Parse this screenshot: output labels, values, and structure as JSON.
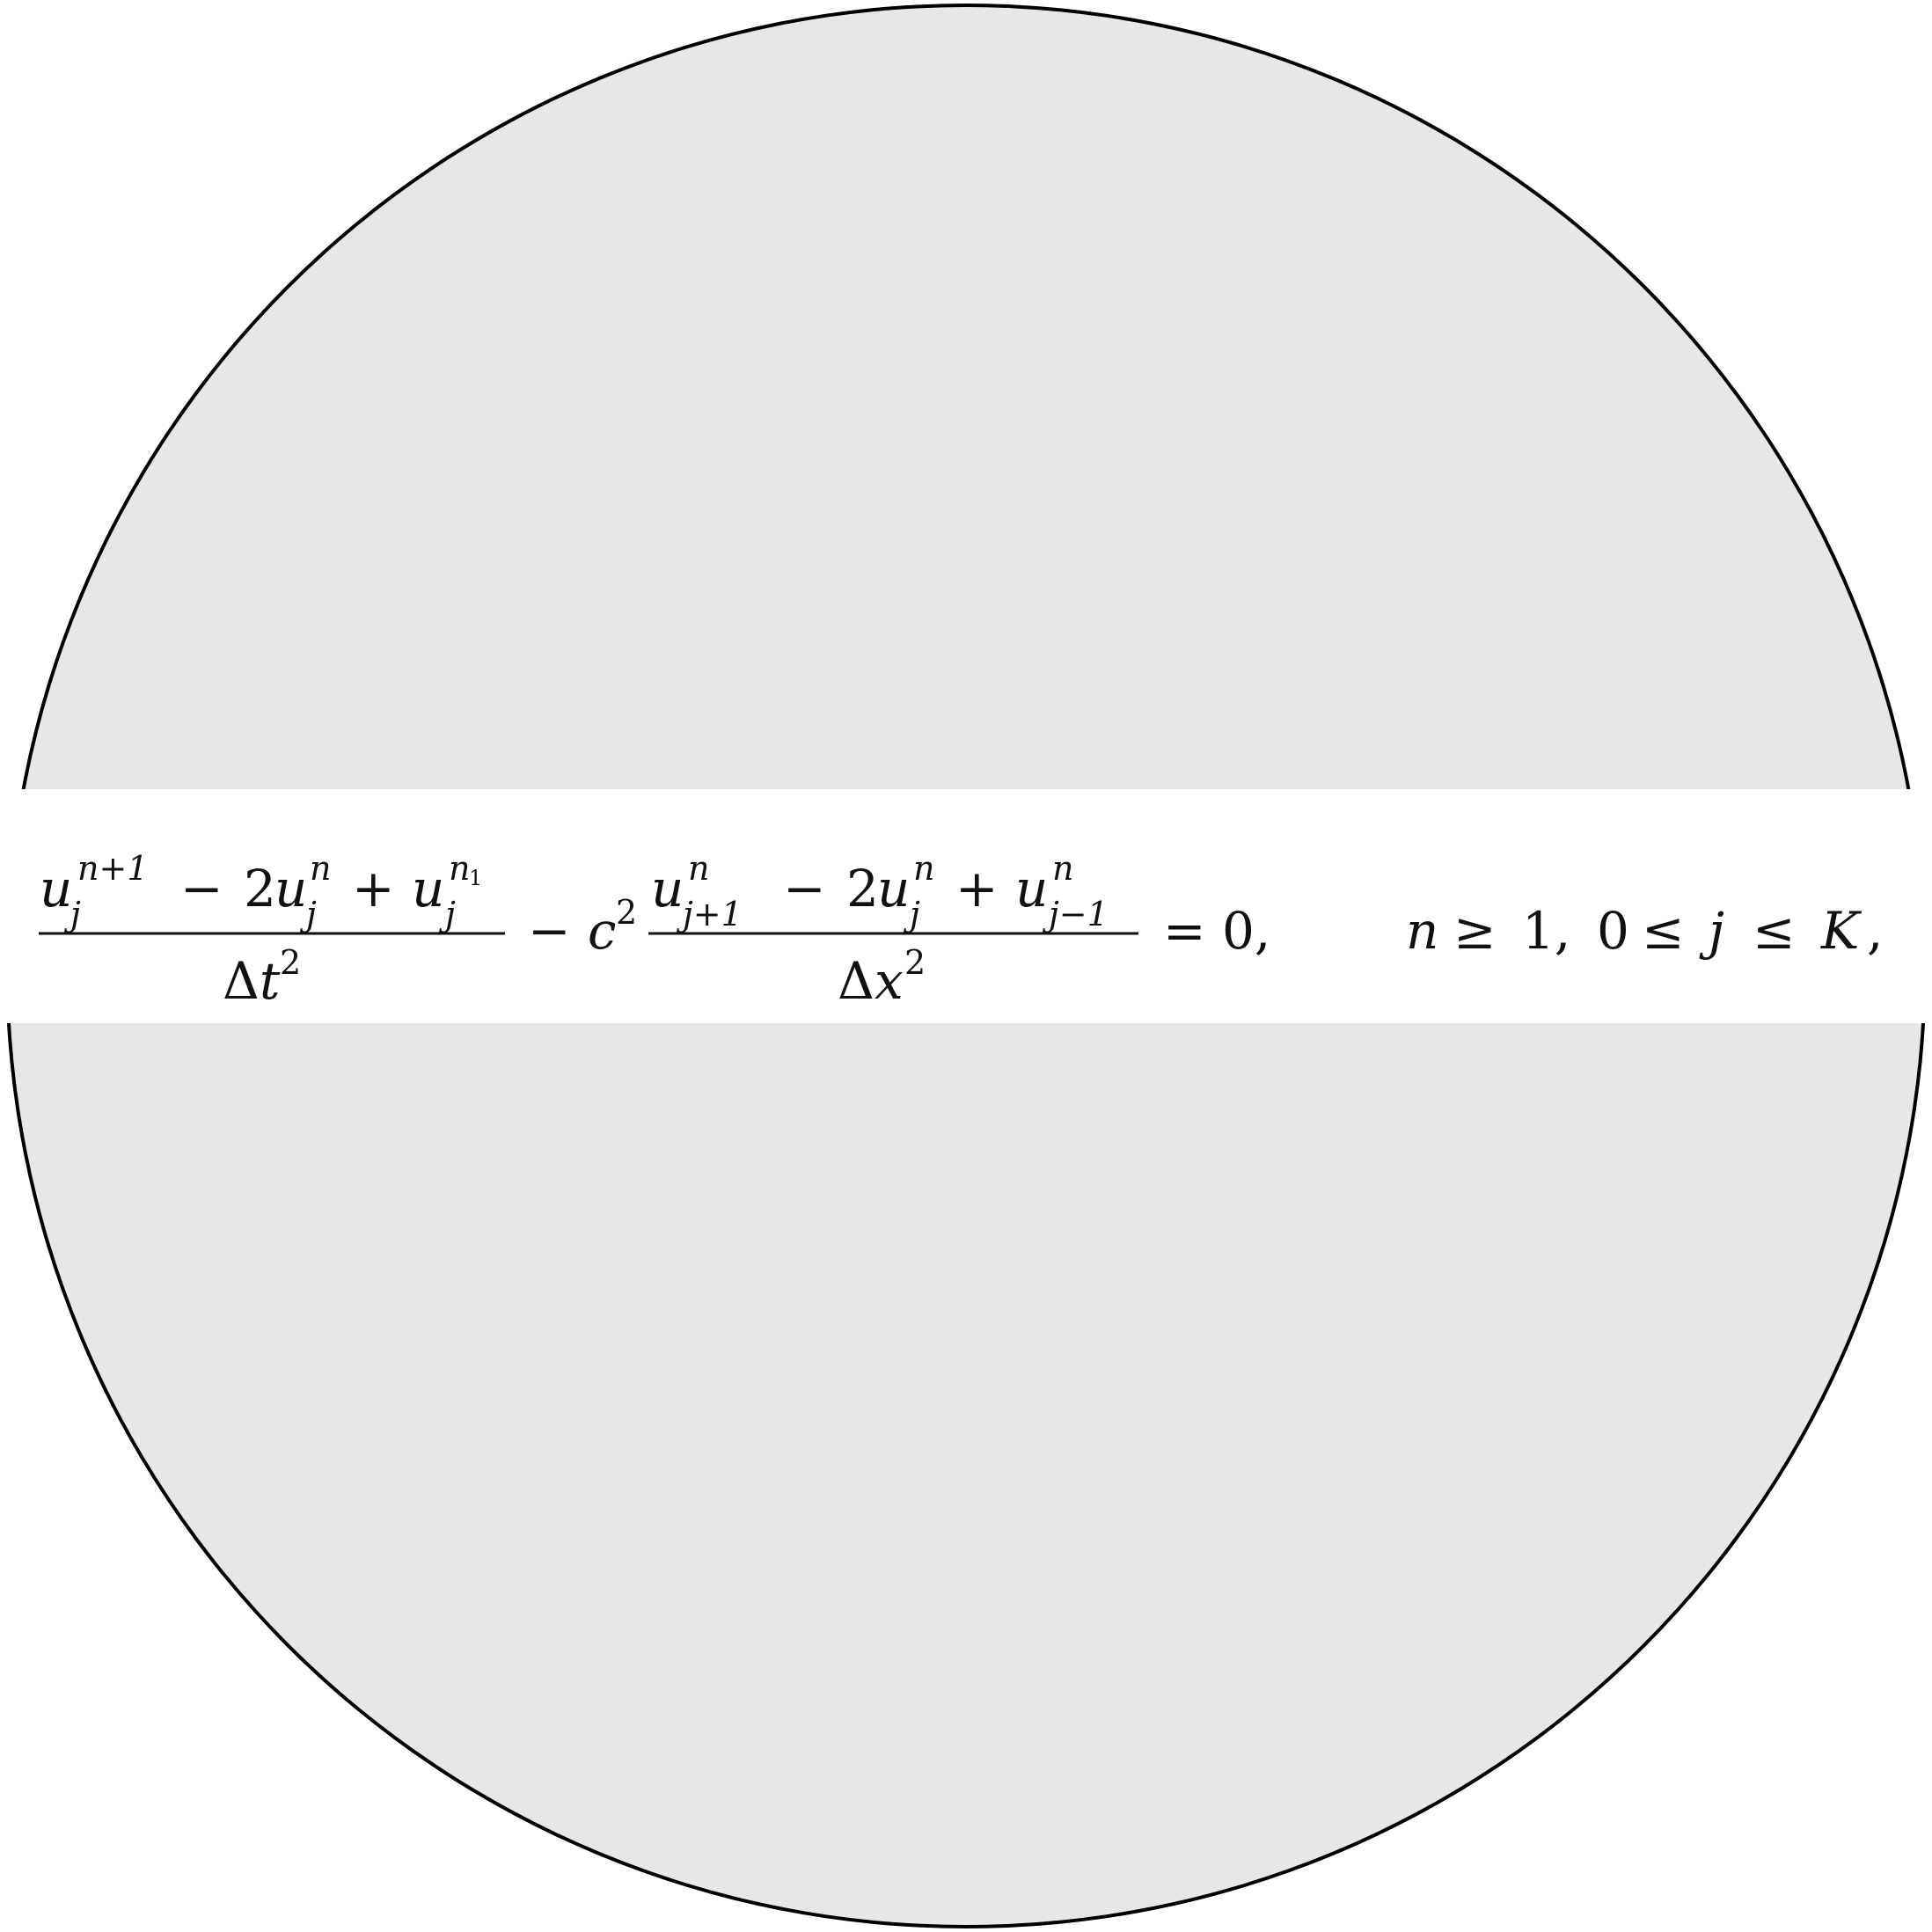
{
  "equation": {
    "first_fraction": {
      "numerator": {
        "term1": {
          "base": "u",
          "sup": "n+1",
          "sub": "j"
        },
        "op1": "−",
        "coeff": "2",
        "term2": {
          "base": "u",
          "sup": "n",
          "sub": "j"
        },
        "op2": "+",
        "term3": {
          "base": "u",
          "sup": "n",
          "sup_sub": "1",
          "sub": "j"
        }
      },
      "denominator": {
        "delta": "Δ",
        "var": "t",
        "power": "2"
      }
    },
    "minus": "−",
    "c": "c",
    "c_power": "2",
    "second_fraction": {
      "numerator": {
        "term1": {
          "base": "u",
          "sup": "n",
          "sub": "j+1"
        },
        "op1": "−",
        "coeff": "2",
        "term2": {
          "base": "u",
          "sup": "n",
          "sub": "j"
        },
        "op2": "+",
        "term3": {
          "base": "u",
          "sup": "n",
          "sub": "j−1"
        }
      },
      "denominator": {
        "delta": "Δ",
        "var": "x",
        "power": "2"
      }
    },
    "equals_zero": "= 0,",
    "condition": {
      "n": "n",
      "ge": "≥",
      "one": "1,",
      "zero": "0",
      "le1": "≤",
      "j": "j",
      "le2": "≤",
      "K": "K",
      "comma": ","
    }
  },
  "colors": {
    "disc_fill": "#e7e7e7",
    "disc_border": "#000000",
    "band": "#ffffff",
    "ink": "#111111"
  }
}
